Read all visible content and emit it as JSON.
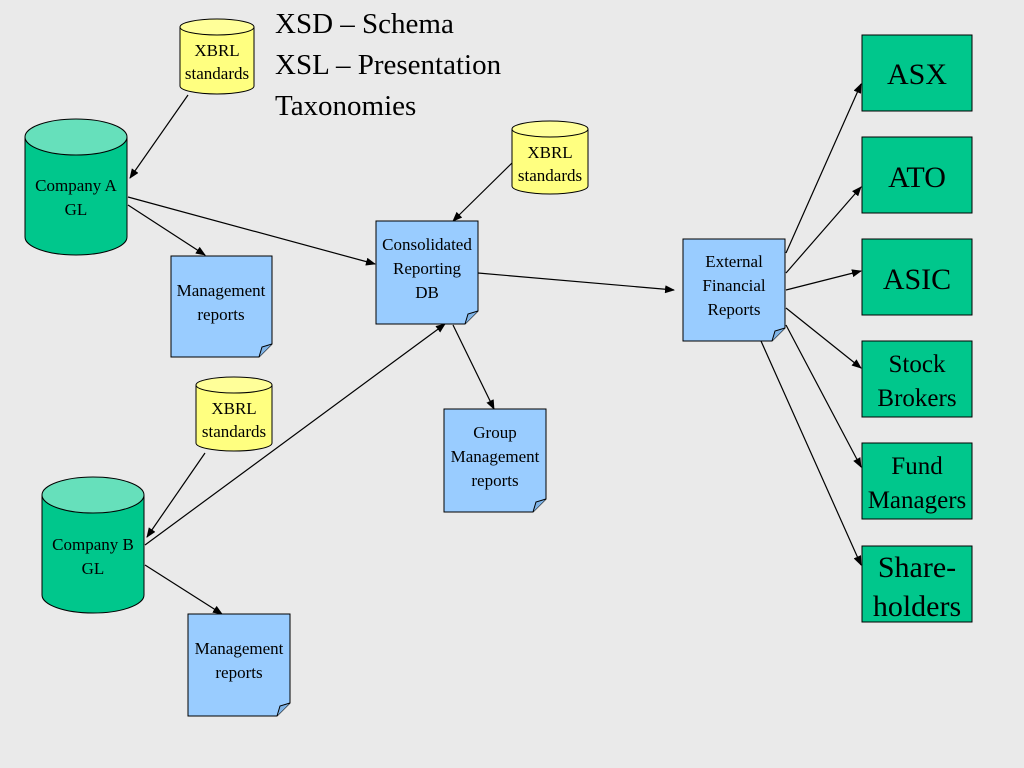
{
  "legend": {
    "line1": "XSD – Schema",
    "line2": "XSL – Presentation",
    "line3": "Taxonomies"
  },
  "xbrl": {
    "line1": "XBRL",
    "line2": "standards"
  },
  "company_a": {
    "line1": "Company A",
    "line2": "GL"
  },
  "company_b": {
    "line1": "Company B",
    "line2": "GL"
  },
  "management_reports": {
    "line1": "Management",
    "line2": "reports"
  },
  "consolidated": {
    "line1": "Consolidated",
    "line2": "Reporting",
    "line3": "DB"
  },
  "group_mgmt": {
    "line1": "Group",
    "line2": "Management",
    "line3": "reports"
  },
  "external": {
    "line1": "External",
    "line2": "Financial",
    "line3": "Reports"
  },
  "recipients": {
    "asx": "ASX",
    "ato": "ATO",
    "asic": "ASIC",
    "stock_brokers": {
      "line1": "Stock",
      "line2": "Brokers"
    },
    "fund_managers": {
      "line1": "Fund",
      "line2": "Managers"
    },
    "shareholders": {
      "line1": "Share-",
      "line2": "holders"
    }
  },
  "colors": {
    "background": "#eaeaea",
    "xbrl_fill": "#ffff80",
    "gl_fill": "#00c78c",
    "gl_top": "#66e0bb",
    "doc_fill": "#99ccff",
    "recipient_fill": "#00c78c"
  }
}
